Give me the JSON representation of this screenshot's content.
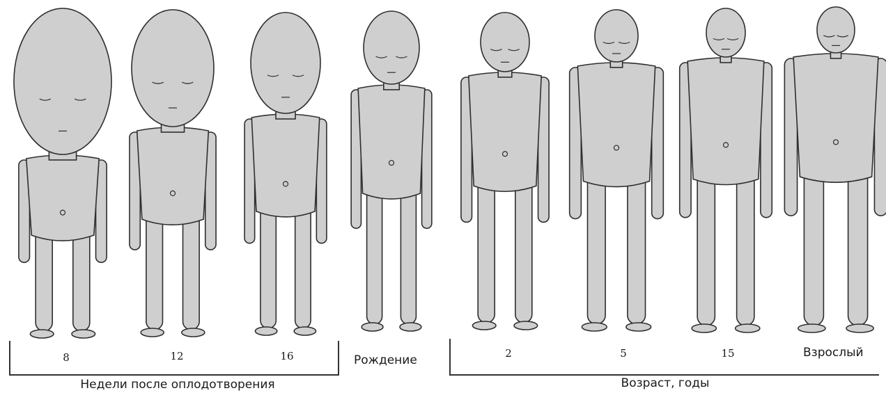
{
  "figures": [
    {
      "id": "w8",
      "label": "8"
    },
    {
      "id": "w12",
      "label": "12"
    },
    {
      "id": "w16",
      "label": "16"
    },
    {
      "id": "birth",
      "label": "Рождение"
    },
    {
      "id": "y2",
      "label": "2"
    },
    {
      "id": "y5",
      "label": "5"
    },
    {
      "id": "y15",
      "label": "15"
    },
    {
      "id": "adult",
      "label": "Взрослый"
    }
  ],
  "groups": {
    "weeks": {
      "caption": "Недели после оплодотворения"
    },
    "years": {
      "caption": "Возраст, годы"
    }
  },
  "colors": {
    "skin": "#cfcfcf",
    "outline": "#2e2e2e",
    "ink": "#1a1a1a"
  }
}
